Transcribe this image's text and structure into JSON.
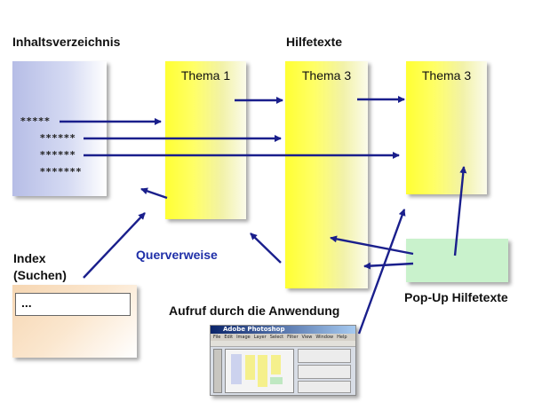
{
  "labels": {
    "toc": "Inhaltsverzeichnis",
    "helptexts": "Hilfetexte",
    "index_line1": "Index",
    "index_line2": "(Suchen)",
    "crossrefs": "Querverweise",
    "popup": "Pop-Up Hilfetexte",
    "app_call": "Aufruf durch die Anwendung"
  },
  "toc_entries": [
    "*****",
    "******",
    "******",
    "*******"
  ],
  "topics": [
    "Thema 1",
    "Thema 3",
    "Thema 3"
  ],
  "index_value": "...",
  "app_window": {
    "title": "Adobe Photoshop",
    "menu": [
      "File",
      "Edit",
      "Image",
      "Layer",
      "Select",
      "Filter",
      "View",
      "Window",
      "Help"
    ]
  },
  "colors": {
    "arrow": "#1a1f8c",
    "crossref_text": "#1f2fa8",
    "toc_fill": "#b6bde6",
    "topic_fill": "#ffff33",
    "popup_fill": "#c9f2cc",
    "index_fill": "#f6d6b2"
  }
}
